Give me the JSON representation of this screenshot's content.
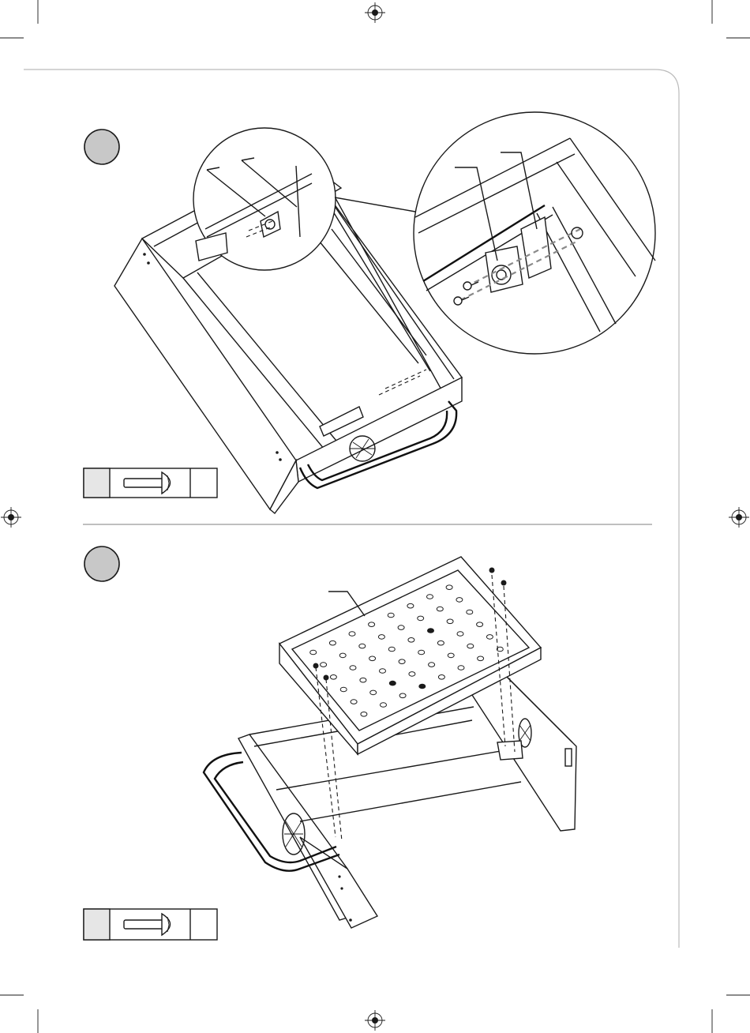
{
  "page": {
    "background": "#ffffff",
    "step_circle_fill": "#c8c8c8",
    "swatch_fill": "#e6e6e6",
    "line_color": "#1a1a1a"
  },
  "icons": {
    "registration_mark": "crosshair-registration-icon",
    "screw": "round-head-screw-icon"
  },
  "steps": [
    {
      "kind": "step-marker-blank",
      "part_box": "screw-part-box-blank"
    },
    {
      "kind": "step-marker-blank",
      "part_box": "screw-part-box-blank"
    }
  ]
}
